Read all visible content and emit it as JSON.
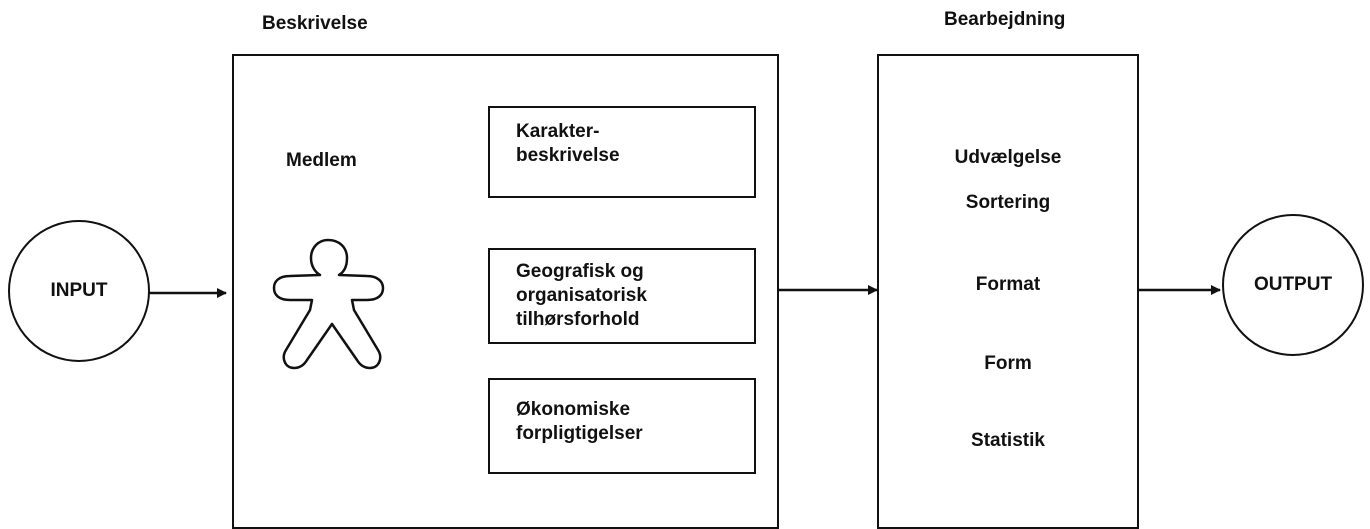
{
  "input_label": "INPUT",
  "output_label": "OUTPUT",
  "beskrivelse": {
    "title": "Beskrivelse",
    "medlem_label": "Medlem",
    "boxes": [
      {
        "lines": [
          "Karakter-",
          "beskrivelse"
        ]
      },
      {
        "lines": [
          "Geografisk  og",
          "organisatorisk",
          "tilhørsforhold"
        ]
      },
      {
        "lines": [
          "Økonomiske",
          "forpligtigelser"
        ]
      }
    ]
  },
  "bearbejdning": {
    "title": "Bearbejdning",
    "items": [
      "Udvælgelse",
      "Sortering",
      "Format",
      "Form",
      "Statistik"
    ]
  }
}
